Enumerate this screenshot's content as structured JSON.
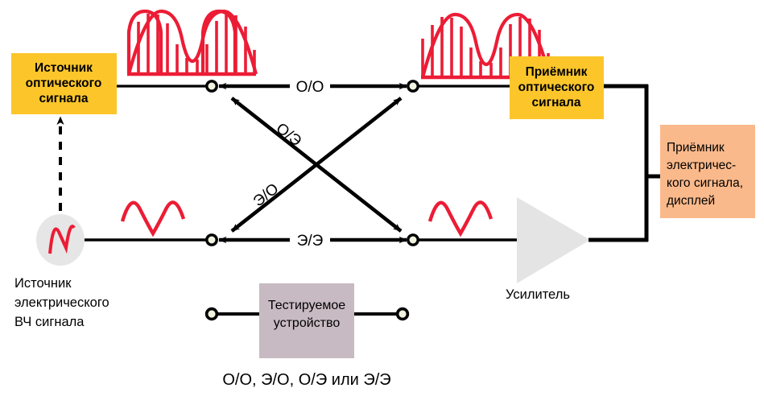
{
  "diagram": {
    "title_caption": "О/О, Э/О, О/Э или Э/Э",
    "colors": {
      "optical_box": "#FCC62B",
      "electrical_box": "#FAB98B",
      "dut_box": "#C8BAC3",
      "amplifier": "#E4E4E4",
      "source_circle": "#E6E6E6",
      "waveform": "#EC1C35",
      "line": "#000000",
      "node_fill": "#F2F2E0"
    },
    "optical_source": {
      "line1": "Источник",
      "line2": "оптического",
      "line3": "сигнала"
    },
    "optical_receiver": {
      "line1": "Приёмник",
      "line2": "оптического",
      "line3": "сигнала"
    },
    "electrical_receiver": {
      "line1": "Приёмник",
      "line2": "электричес-",
      "line3": "кого сигнала,",
      "line4": "дисплей"
    },
    "electrical_source": {
      "line1": "Источник",
      "line2": "электрического",
      "line3": "ВЧ сигнала"
    },
    "amplifier": {
      "label": "Усилитель"
    },
    "dut": {
      "line1": "Тестируемое",
      "line2": "устройство"
    },
    "paths": {
      "optical_optical": "О/О",
      "electrical_electrical": "Э/Э",
      "optical_electrical": "О/Э",
      "electrical_optical": "Э/О"
    }
  }
}
